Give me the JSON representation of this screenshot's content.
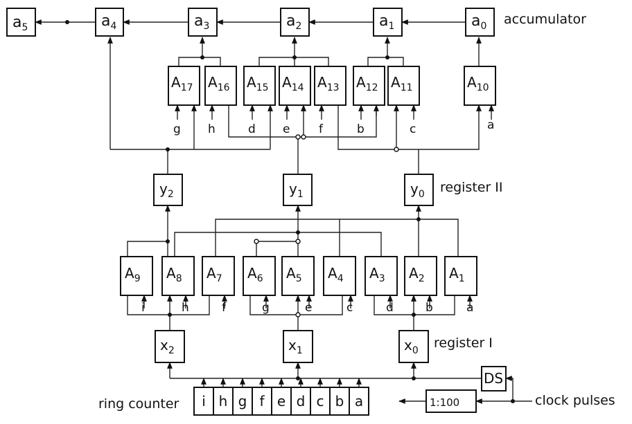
{
  "labels": {
    "accumulator": "accumulator",
    "register_one": "register I",
    "register_two": "register II",
    "clock_pulses": "clock pulses",
    "ring_counter": "ring counter",
    "ds": "DS",
    "divider": "1:100"
  },
  "accumulator_cells": [
    {
      "base": "a",
      "sub": "5"
    },
    {
      "base": "a",
      "sub": "4"
    },
    {
      "base": "a",
      "sub": "3"
    },
    {
      "base": "a",
      "sub": "2"
    },
    {
      "base": "a",
      "sub": "1"
    },
    {
      "base": "a",
      "sub": "0"
    }
  ],
  "upper_and_gates": [
    {
      "base": "A",
      "sub": "17",
      "input": "g"
    },
    {
      "base": "A",
      "sub": "16",
      "input": "h"
    },
    {
      "base": "A",
      "sub": "15",
      "input": "d"
    },
    {
      "base": "A",
      "sub": "14",
      "input": "e"
    },
    {
      "base": "A",
      "sub": "13",
      "input": "f"
    },
    {
      "base": "A",
      "sub": "12",
      "input": "b"
    },
    {
      "base": "A",
      "sub": "11",
      "input": "c"
    },
    {
      "base": "A",
      "sub": "10",
      "input": "a"
    }
  ],
  "register_two_cells": [
    {
      "base": "y",
      "sub": "2"
    },
    {
      "base": "y",
      "sub": "1"
    },
    {
      "base": "y",
      "sub": "0"
    }
  ],
  "lower_and_gates": [
    {
      "base": "A",
      "sub": "9",
      "input": "i"
    },
    {
      "base": "A",
      "sub": "8",
      "input": "h"
    },
    {
      "base": "A",
      "sub": "7",
      "input": "f"
    },
    {
      "base": "A",
      "sub": "6",
      "input": "g"
    },
    {
      "base": "A",
      "sub": "5",
      "input": "e"
    },
    {
      "base": "A",
      "sub": "4",
      "input": "c"
    },
    {
      "base": "A",
      "sub": "3",
      "input": "d"
    },
    {
      "base": "A",
      "sub": "2",
      "input": "b"
    },
    {
      "base": "A",
      "sub": "1",
      "input": "a"
    }
  ],
  "register_one_cells": [
    {
      "base": "x",
      "sub": "2"
    },
    {
      "base": "x",
      "sub": "1"
    },
    {
      "base": "x",
      "sub": "0"
    }
  ],
  "ring_counter_cells": [
    "i",
    "h",
    "g",
    "f",
    "e",
    "d",
    "c",
    "b",
    "a"
  ]
}
